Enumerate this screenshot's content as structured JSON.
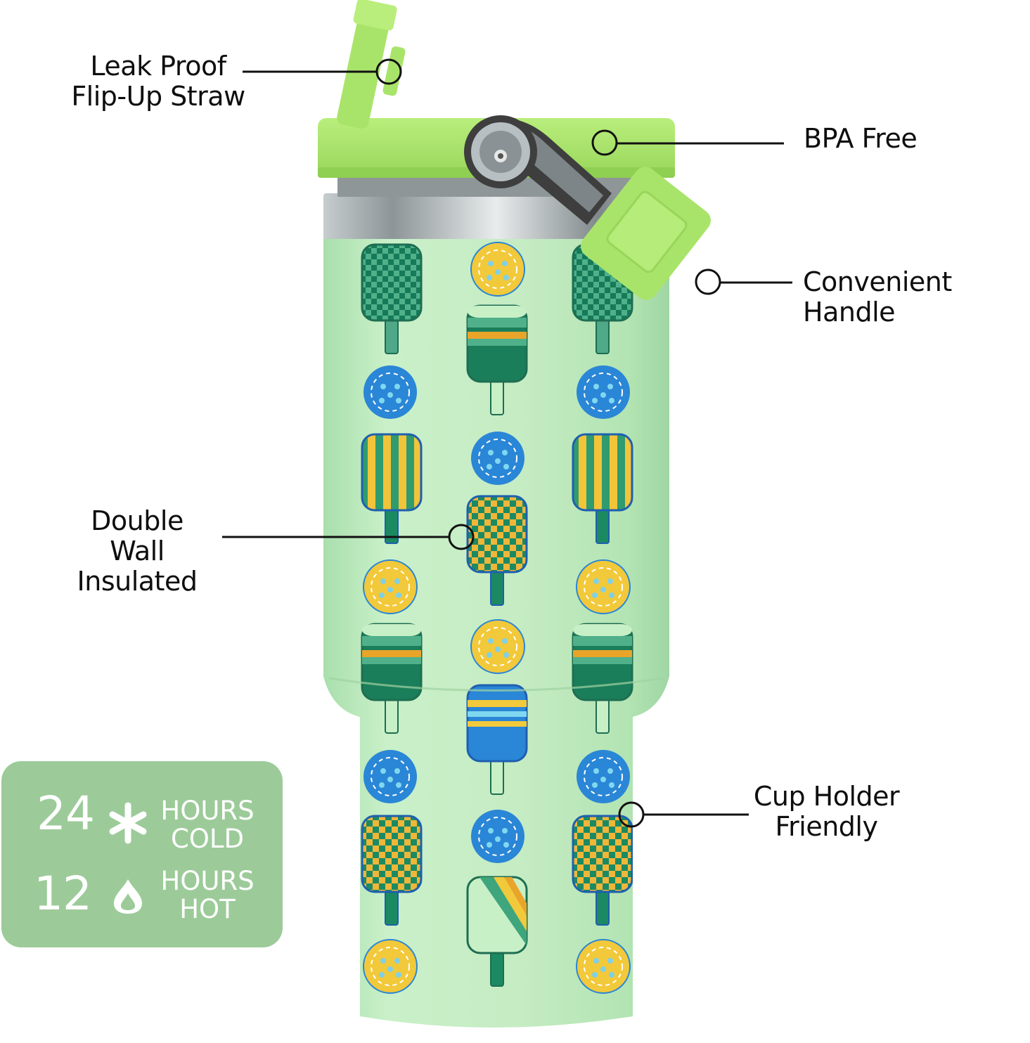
{
  "colors": {
    "body_mint": "#bfe9bf",
    "lid_lime": "#a9e46a",
    "dark_green": "#177a5a",
    "mid_green": "#3fa57c",
    "yellow": "#f2c93a",
    "orange": "#e9a42a",
    "blue": "#2a86d6",
    "light_blue": "#6ac6ec",
    "steel": "#9aa3a6",
    "stats_bg": "#9ccb99",
    "text": "#0e0e0e",
    "callout_line": "#111111"
  },
  "callouts": {
    "straw": {
      "lines": [
        "Leak Proof",
        "Flip-Up Straw"
      ],
      "icon": "circle-marker"
    },
    "bpa": {
      "lines": [
        "BPA Free"
      ],
      "icon": "circle-marker"
    },
    "handle": {
      "lines": [
        "Convenient Handle"
      ],
      "icon": "circle-marker"
    },
    "insulated": {
      "lines": [
        "Double Wall",
        "Insulated"
      ],
      "icon": "circle-marker"
    },
    "cupholder": {
      "lines": [
        "Cup Holder",
        "Friendly"
      ],
      "icon": "circle-marker"
    }
  },
  "stats": {
    "cold": {
      "number": "24",
      "icon": "snowflake-icon",
      "label_top": "HOURS",
      "label_bottom": "COLD"
    },
    "hot": {
      "number": "12",
      "icon": "flame-icon",
      "label_top": "HOURS",
      "label_bottom": "HOT"
    }
  }
}
